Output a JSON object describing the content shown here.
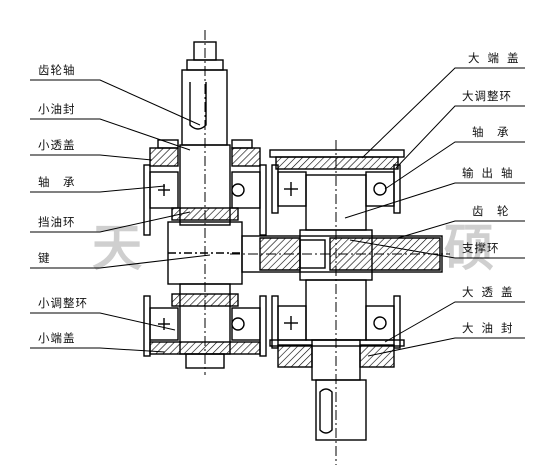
{
  "watermark": {
    "left": "天",
    "right": "硕"
  },
  "labels_left": {
    "gear_shaft": "齿轮轴",
    "small_oil_seal": "小油封",
    "small_through_cover": "小透盖",
    "bearing": "轴　承",
    "oil_ring": "挡油环",
    "key": "键",
    "small_adjust_ring": "小调整环",
    "small_end_cover": "小端盖"
  },
  "labels_right": {
    "big_end_cover": "大端盖",
    "big_adjust_ring": "大调整环",
    "bearing": "轴　承",
    "output_shaft": "输出轴",
    "gear": "齿　轮",
    "support_ring": "支撑环",
    "big_through_cover": "大透盖",
    "big_oil_seal": "大油封"
  },
  "colors": {
    "line": "#000000",
    "watermark": "#cfcfcf"
  }
}
